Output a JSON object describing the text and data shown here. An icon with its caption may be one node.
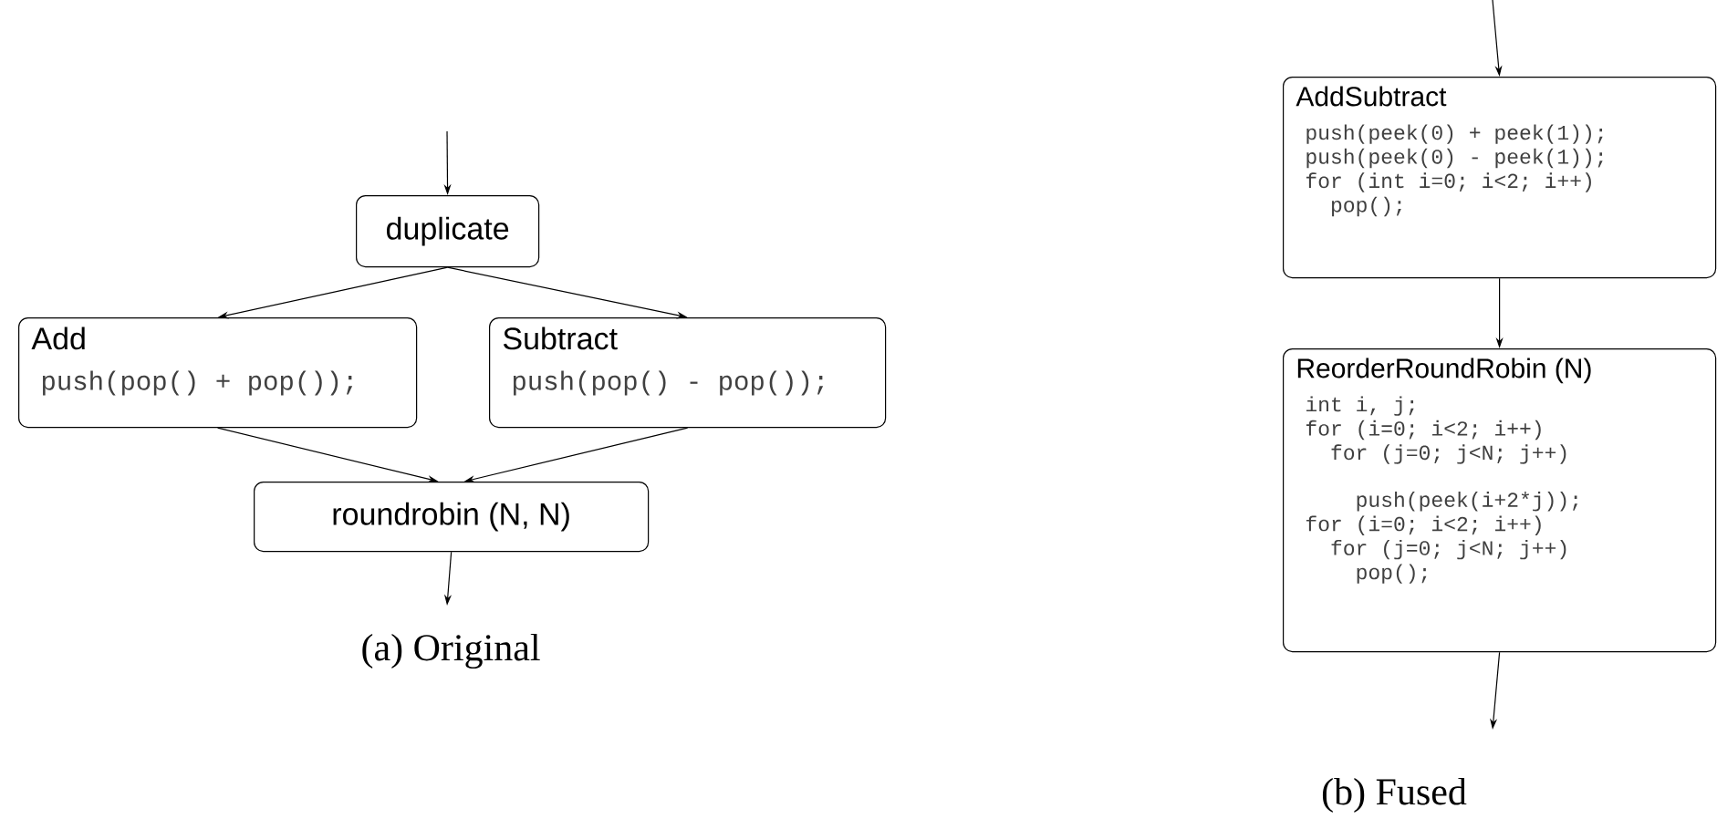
{
  "diagram": {
    "nodes": [
      {
        "text": [
          "duplicate"
        ]
      },
      {
        "text": [
          "Add",
          "push(pop() + pop());"
        ]
      },
      {
        "text": [
          "Subtract",
          "push(pop() - pop());"
        ]
      },
      {
        "text": [
          "roundrobin (N, N)"
        ]
      },
      {
        "text": [
          "AddSubtract",
          "push(peek(0) + peek(1));",
          "push(peek(0) - peek(1));",
          "for (int i=0; i<2; i++)",
          "pop();"
        ]
      },
      {
        "text": [
          "ReorderRoundRobin (N)",
          "int i, j;",
          "for (i=0; i<2; i++)",
          "for (j=0; j<N; j++)",
          "push(peek(i+2*j));",
          "for (i=0; i<2; i++)",
          "for (j=0; j<N; j++)",
          "pop();"
        ]
      }
    ],
    "edges": [
      {
        "from": null,
        "to": 0,
        "arrow": "to"
      },
      {
        "from": 0,
        "to": 1,
        "arrow": "to"
      },
      {
        "from": 0,
        "to": 2,
        "arrow": "to"
      },
      {
        "from": 1,
        "to": 3,
        "arrow": "to"
      },
      {
        "from": 2,
        "to": 3,
        "arrow": "to"
      },
      {
        "from": 3,
        "to": null,
        "arrow": "to"
      },
      {
        "from": null,
        "to": 4,
        "arrow": "to"
      },
      {
        "from": 4,
        "to": 5,
        "arrow": "to"
      },
      {
        "from": 5,
        "to": null,
        "arrow": "to"
      }
    ],
    "labels": [
      "(a) Original",
      "(b) Fused"
    ]
  }
}
